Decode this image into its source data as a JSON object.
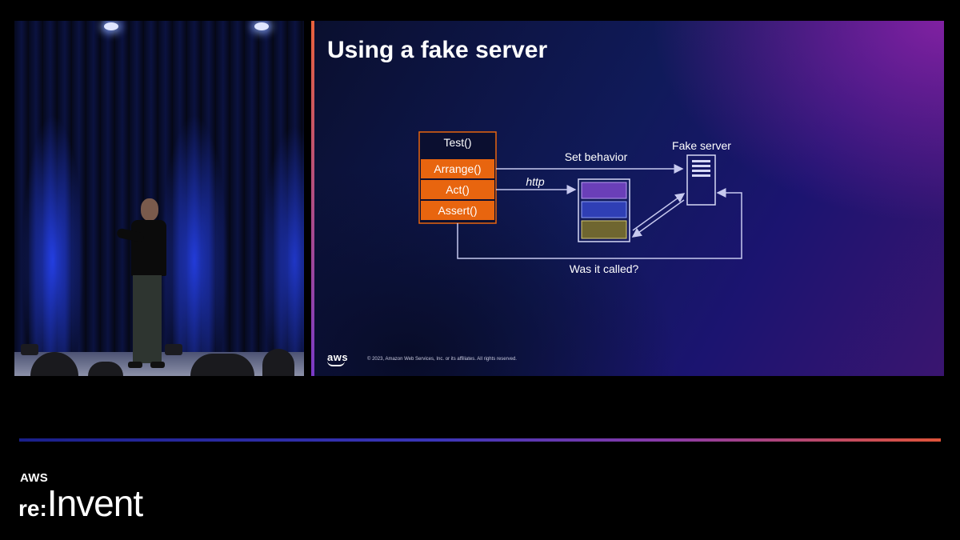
{
  "slide": {
    "title": "Using a fake server",
    "test_box": {
      "header": "Test()",
      "steps": [
        "Arrange()",
        "Act()",
        "Assert()"
      ]
    },
    "labels": {
      "set_behavior": "Set behavior",
      "http": "http",
      "fake_server": "Fake server",
      "was_it_called": "Was it called?"
    },
    "footer": {
      "logo": "aws",
      "copyright": "© 2023, Amazon Web Services, Inc. or its affiliates. All rights reserved."
    },
    "colors": {
      "step_fill": "#e8650f",
      "lines": "#c7c9ef",
      "block_purple": "#6a3fb8",
      "block_blue": "#2f3fb5",
      "block_olive": "#6f6630"
    }
  },
  "brand": {
    "aws": "AWS",
    "re": "re:",
    "invent": "Invent"
  }
}
